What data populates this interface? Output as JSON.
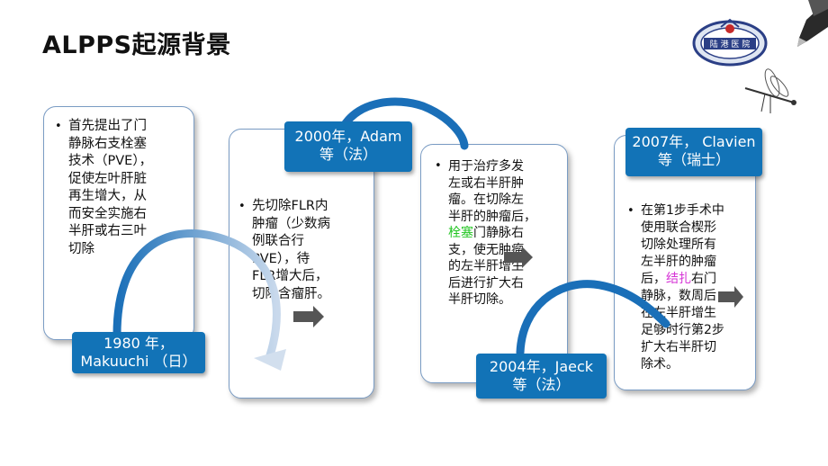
{
  "slide": {
    "title": "ALPPS起源背景"
  },
  "logo": {
    "text": "陆 港 医 院"
  },
  "cards": [
    {
      "name": "card-1980",
      "body_lines": [
        "首先提出了门",
        "静脉右支栓塞",
        "技术（PVE），",
        "促使左叶肝脏",
        "再生增大，从",
        "而安全实施右",
        "半肝或右三叶",
        "切除"
      ],
      "label_line1": "1980 年，",
      "label_line2": "Makuuchi （日）"
    },
    {
      "name": "card-2000",
      "body_lines": [
        "先切除FLR内",
        "肿瘤（少数病",
        "例联合行",
        "PVE），待",
        "FLR增大后，",
        "切除含瘤肝。"
      ],
      "label_line1": "2000年，Adam",
      "label_line2": "等（法）"
    },
    {
      "name": "card-2004",
      "body_lines": [
        "用于治疗多发",
        "左或右半肝肿",
        "瘤。在切除左",
        "半肝的肿瘤后，",
        "支，使无肿瘤",
        "的左半肝增生",
        "后进行扩大右",
        "半肝切除。"
      ],
      "highlight_line": {
        "prefix": "",
        "highlight": "栓塞",
        "suffix": "门静脉右"
      },
      "label_line1": "2004年，Jaeck",
      "label_line2": "等（法）"
    },
    {
      "name": "card-2007",
      "body_lines": [
        "在第1步手术中",
        "使用联合楔形",
        "切除处理所有",
        "左半肝的肿瘤",
        "静脉，数周后",
        "在左半肝增生",
        "足够时行第2步",
        "扩大右半肝切",
        "除术。"
      ],
      "highlight_line": {
        "prefix": "后，",
        "highlight": "结扎",
        "suffix": "右门"
      },
      "label_line1": "2007年， Clavien",
      "label_line2": "等（瑞士）"
    }
  ],
  "colors": {
    "label_bg": "#1273b7",
    "arc": "#1a6fb8",
    "highlight_green": "#22c522",
    "highlight_magenta": "#d633d6"
  }
}
